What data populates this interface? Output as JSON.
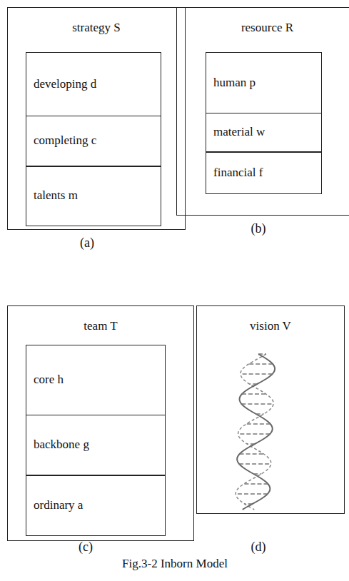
{
  "diagram": {
    "caption": "Fig.3-2 Inborn Model",
    "nodes": [
      {
        "text": [
          "strategy S"
        ]
      },
      {
        "text": [
          "developing d"
        ],
        "in": 0
      },
      {
        "text": [
          "completing c"
        ],
        "in": 0
      },
      {
        "text": [
          "talents m"
        ],
        "in": 0
      },
      {
        "text": [
          "resource R"
        ]
      },
      {
        "text": [
          "human p"
        ],
        "in": 4
      },
      {
        "text": [
          "material w"
        ],
        "in": 4
      },
      {
        "text": [
          "financial f"
        ],
        "in": 4
      },
      {
        "text": [
          "team T"
        ]
      },
      {
        "text": [
          "core h"
        ],
        "in": 8
      },
      {
        "text": [
          "backbone g"
        ],
        "in": 8
      },
      {
        "text": [
          "ordinary a"
        ],
        "in": 8
      },
      {
        "text": [
          "vision V"
        ]
      }
    ],
    "labels": [
      "(a)",
      "(b)",
      "(c)",
      "(d)"
    ]
  }
}
